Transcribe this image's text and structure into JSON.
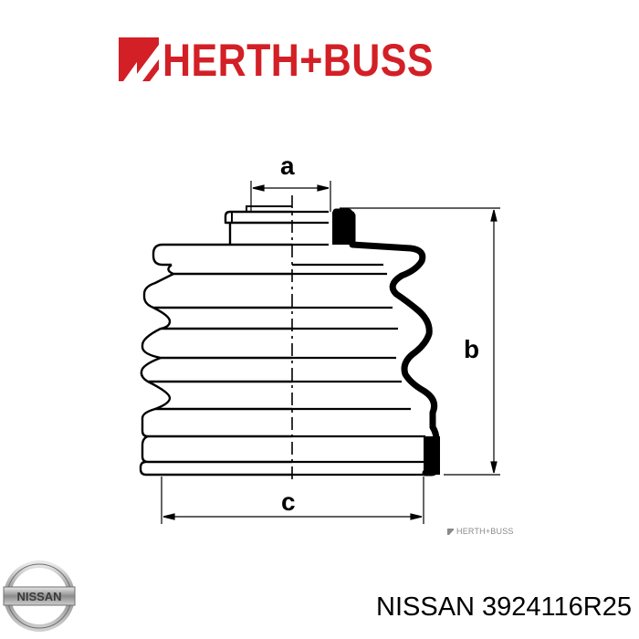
{
  "brand": {
    "name": "HERTH+BUSS",
    "color": "#d31f26",
    "logo_icon": "herth-buss-logo-icon"
  },
  "diagram": {
    "subject": "cv-joint-boot",
    "dimension_labels": {
      "a": "a",
      "b": "b",
      "c": "c"
    }
  },
  "watermark": {
    "text": "HERTH+BUSS",
    "color": "#8a8a8a"
  },
  "oem": {
    "logo_icon": "nissan-logo-icon",
    "logo_text": "NISSAN",
    "caption": "NISSAN 3924116R25"
  }
}
